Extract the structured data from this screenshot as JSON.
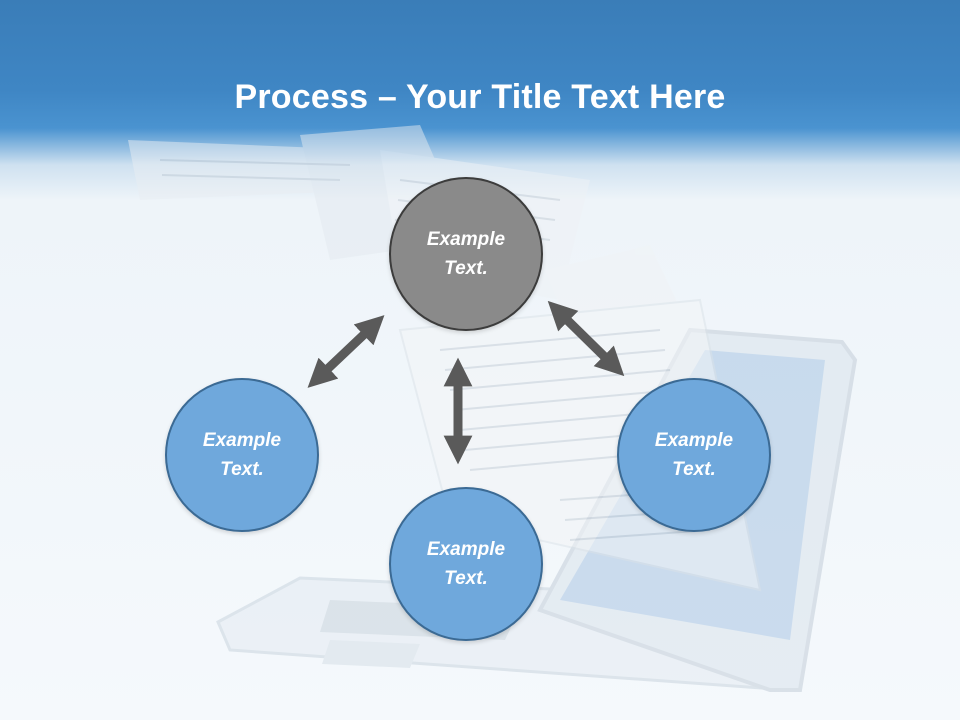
{
  "slide": {
    "title_bold": "Process",
    "title_rest": " – Your Title Text Here"
  },
  "nodes": {
    "top": "Example\nText.",
    "left": "Example\nText.",
    "right": "Example\nText.",
    "bottom": "Example\nText."
  },
  "colors": {
    "header": "#3f86c4",
    "node_blue": "#6fa8dc",
    "node_gray": "#8a8a8a",
    "arrow": "#5a5a5a"
  }
}
